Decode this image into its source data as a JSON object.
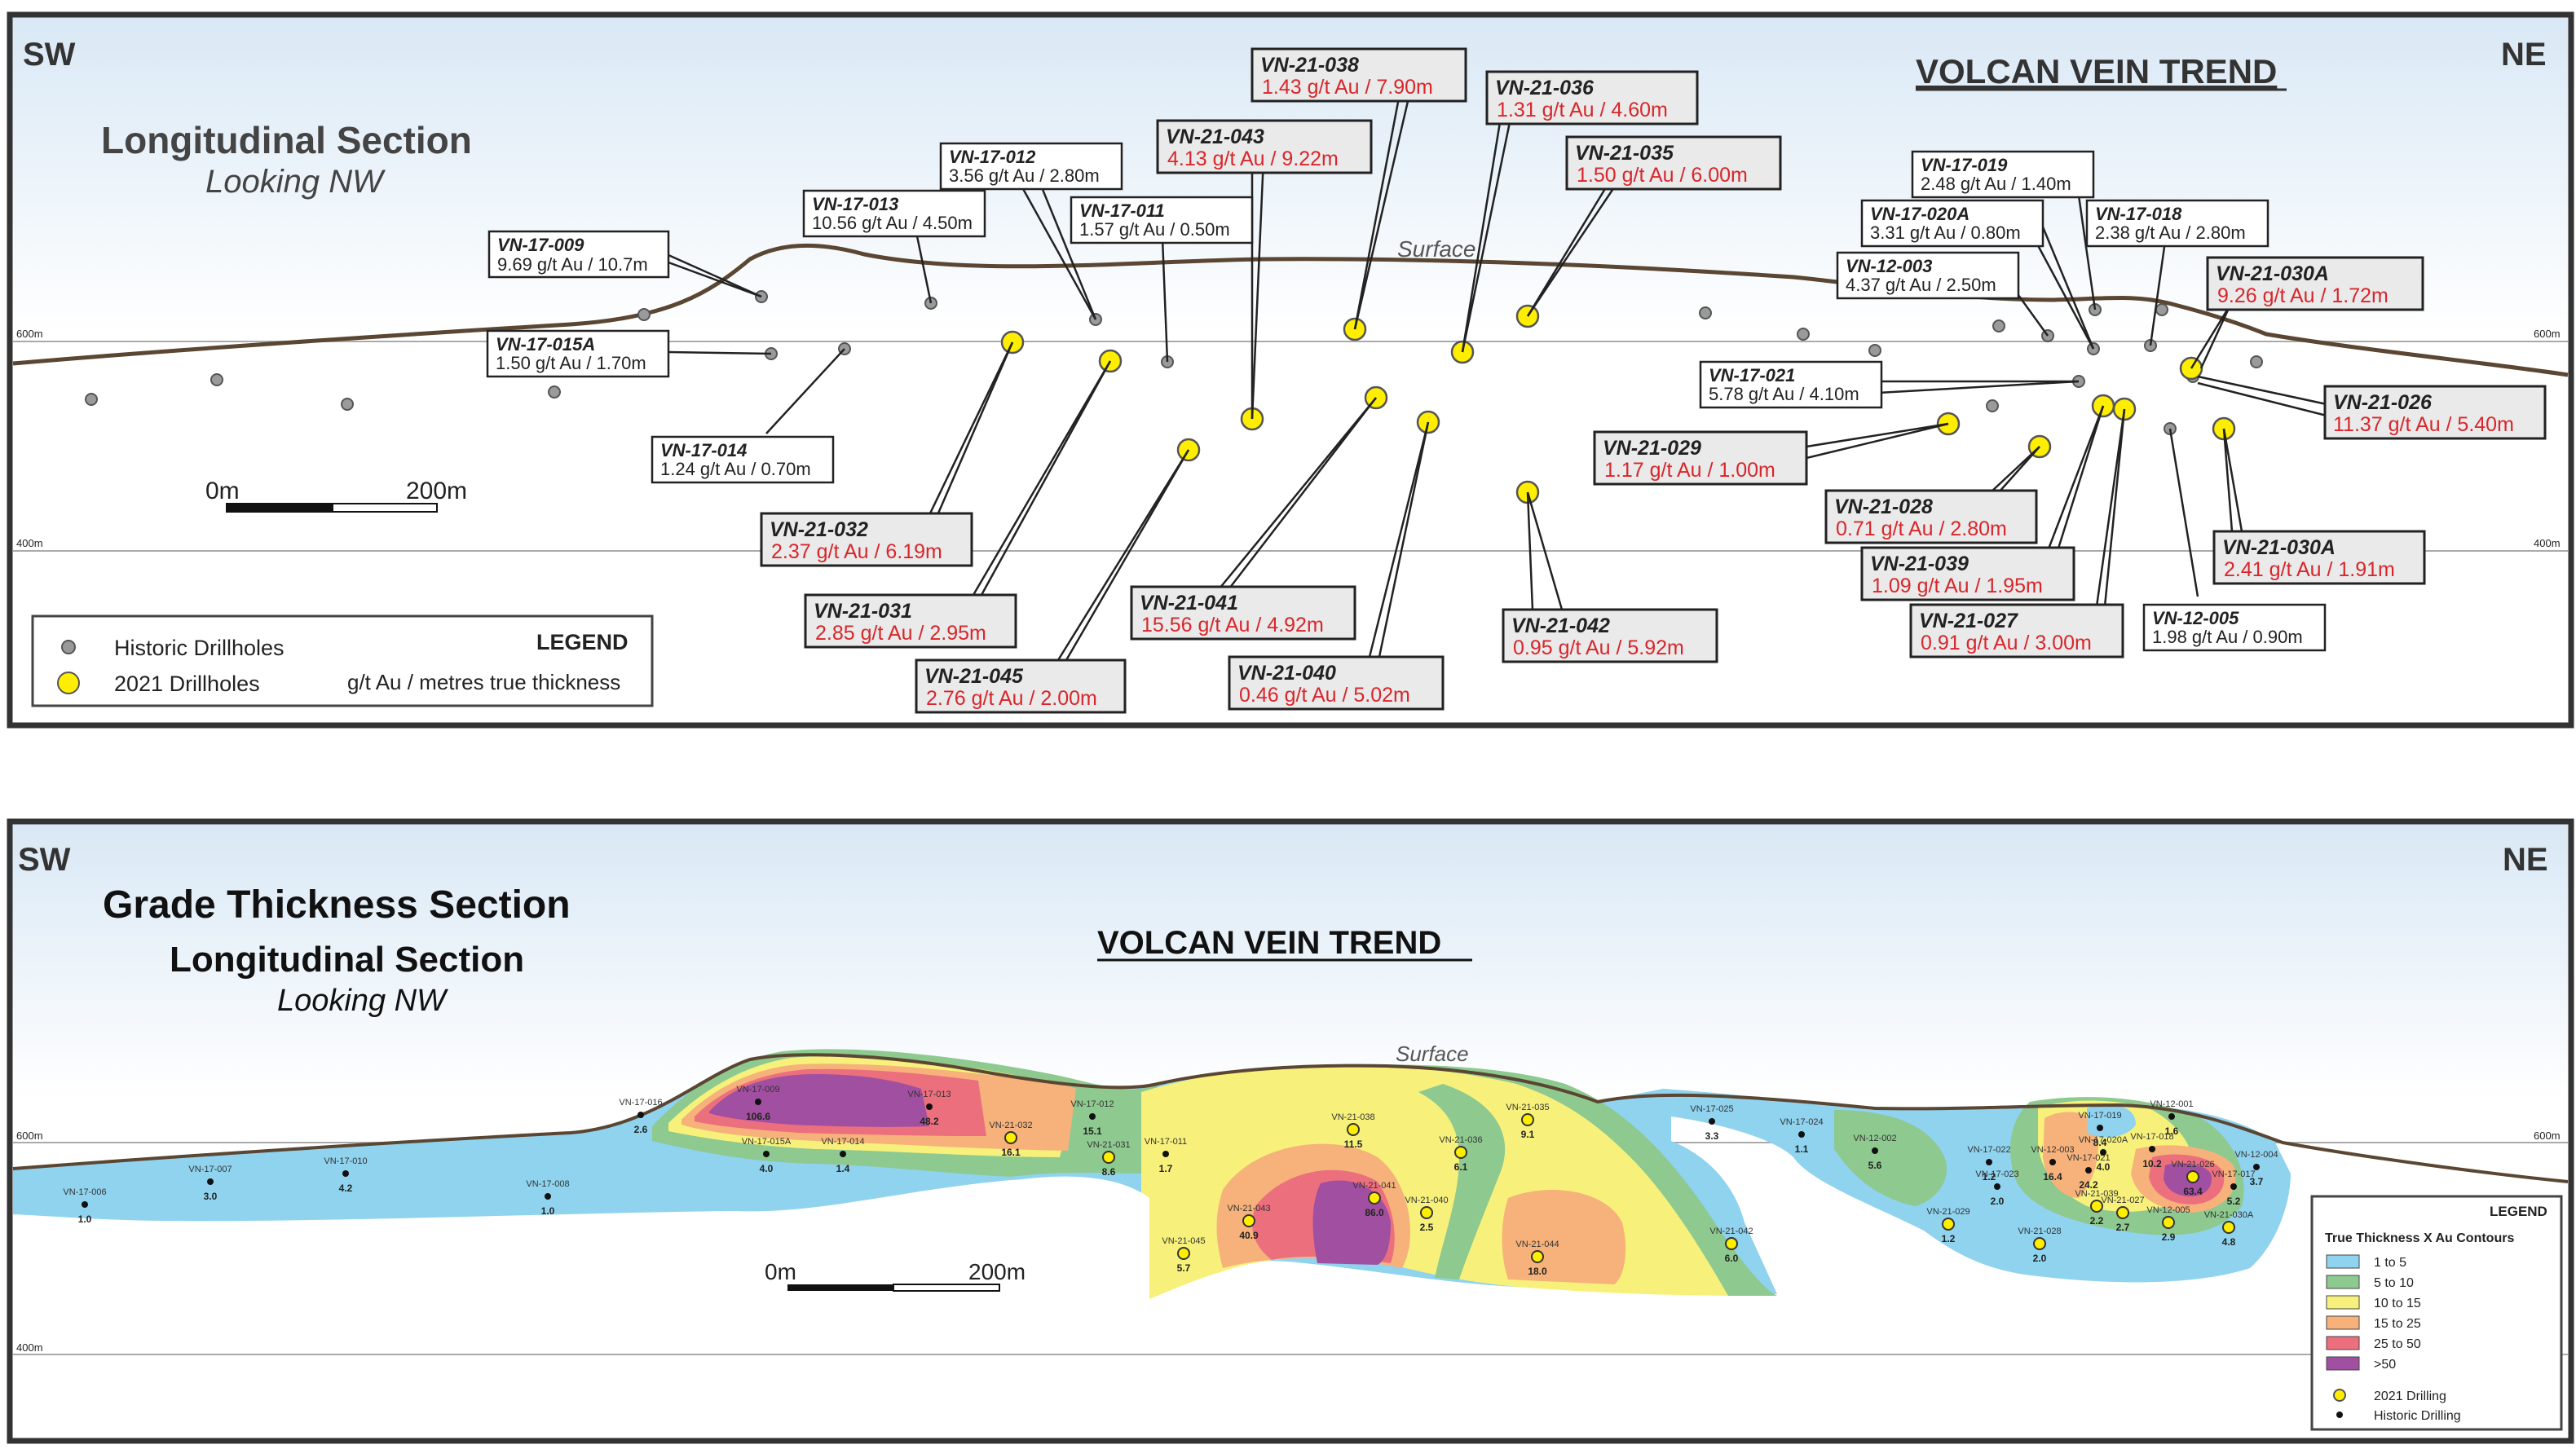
{
  "top": {
    "sw": "SW",
    "ne": "NE",
    "title": "Longitudinal Section",
    "subtitle": "Looking NW",
    "trend_title": "VOLCAN VEIN TREND",
    "surface": "Surface",
    "elev_600": "600m",
    "elev_400": "400m",
    "scale_0": "0m",
    "scale_200": "200m",
    "legend": {
      "title": "LEGEND",
      "historic": "Historic Drillholes",
      "drill2021": "2021 Drillholes",
      "units": "g/t Au / metres true thickness"
    },
    "historic_labels": [
      {
        "name": "VN-17-009",
        "value": "9.69 g/t Au / 10.7m"
      },
      {
        "name": "VN-17-015A",
        "value": "1.50 g/t Au / 1.70m"
      },
      {
        "name": "VN-17-014",
        "value": "1.24 g/t Au / 0.70m"
      },
      {
        "name": "VN-17-013",
        "value": "10.56 g/t Au / 4.50m"
      },
      {
        "name": "VN-17-012",
        "value": "3.56 g/t Au / 2.80m"
      },
      {
        "name": "VN-17-011",
        "value": "1.57 g/t Au / 0.50m"
      },
      {
        "name": "VN-17-019",
        "value": "2.48 g/t Au / 1.40m"
      },
      {
        "name": "VN-17-020A",
        "value": "3.31 g/t Au / 0.80m"
      },
      {
        "name": "VN-17-018",
        "value": "2.38 g/t Au / 2.80m"
      },
      {
        "name": "VN-12-003",
        "value": "4.37 g/t Au / 2.50m"
      },
      {
        "name": "VN-17-021",
        "value": "5.78 g/t Au / 4.10m"
      },
      {
        "name": "VN-12-005",
        "value": "1.98 g/t Au / 0.90m"
      }
    ],
    "new_labels": [
      {
        "name": "VN-21-038",
        "value": "1.43 g/t Au / 7.90m"
      },
      {
        "name": "VN-21-043",
        "value": "4.13 g/t Au / 9.22m"
      },
      {
        "name": "VN-21-036",
        "value": "1.31 g/t Au / 4.60m"
      },
      {
        "name": "VN-21-035",
        "value": "1.50 g/t Au / 6.00m"
      },
      {
        "name": "VN-21-030A",
        "value": "9.26 g/t Au / 1.72m"
      },
      {
        "name": "VN-21-026",
        "value": "11.37 g/t Au / 5.40m"
      },
      {
        "name": "VN-21-029",
        "value": "1.17 g/t Au / 1.00m"
      },
      {
        "name": "VN-21-028",
        "value": "0.71 g/t Au / 2.80m"
      },
      {
        "name": "VN-21-039",
        "value": "1.09 g/t Au / 1.95m"
      },
      {
        "name": "VN-21-027",
        "value": "0.91 g/t Au / 3.00m"
      },
      {
        "name": "VN-21-030A",
        "value": "2.41 g/t Au / 1.91m"
      },
      {
        "name": "VN-21-032",
        "value": "2.37 g/t Au / 6.19m"
      },
      {
        "name": "VN-21-031",
        "value": "2.85 g/t Au / 2.95m"
      },
      {
        "name": "VN-21-045",
        "value": "2.76 g/t Au / 2.00m"
      },
      {
        "name": "VN-21-041",
        "value": "15.56 g/t Au / 4.92m"
      },
      {
        "name": "VN-21-040",
        "value": "0.46 g/t Au / 5.02m"
      },
      {
        "name": "VN-21-042",
        "value": "0.95 g/t Au / 5.92m"
      }
    ]
  },
  "bottom": {
    "sw": "SW",
    "ne": "NE",
    "title1": "Grade Thickness Section",
    "title2": "Longitudinal Section",
    "subtitle": "Looking NW",
    "trend_title": "VOLCAN VEIN TREND",
    "surface": "Surface",
    "elev_600": "600m",
    "elev_400": "400m",
    "scale_0": "0m",
    "scale_200": "200m",
    "legend": {
      "title": "LEGEND",
      "subtitle": "True Thickness X Au Contours",
      "classes": [
        {
          "label": "1 to 5",
          "color": "#8fd3ef"
        },
        {
          "label": "5 to 10",
          "color": "#8ec98f"
        },
        {
          "label": "10 to 15",
          "color": "#f7f17c"
        },
        {
          "label": "15 to 25",
          "color": "#f6b27a"
        },
        {
          "label": "25 to 50",
          "color": "#ec6f7e"
        },
        {
          "label": ">50",
          "color": "#a14fa0"
        }
      ],
      "drill2021": "2021 Drilling",
      "historic": "Historic Drilling"
    },
    "holes": [
      {
        "name": "VN-17-006",
        "value": "1.0"
      },
      {
        "name": "VN-17-007",
        "value": "3.0"
      },
      {
        "name": "VN-17-010",
        "value": "4.2"
      },
      {
        "name": "VN-17-008",
        "value": "1.0"
      },
      {
        "name": "VN-17-016",
        "value": "2.6"
      },
      {
        "name": "VN-17-009",
        "value": "106.6"
      },
      {
        "name": "VN-17-015A",
        "value": "4.0"
      },
      {
        "name": "VN-17-014",
        "value": "1.4"
      },
      {
        "name": "VN-17-013",
        "value": "48.2"
      },
      {
        "name": "VN-21-032",
        "value": "16.1"
      },
      {
        "name": "VN-17-012",
        "value": "15.1"
      },
      {
        "name": "VN-21-031",
        "value": "8.6"
      },
      {
        "name": "VN-17-011",
        "value": "1.7"
      },
      {
        "name": "VN-21-045",
        "value": "5.7"
      },
      {
        "name": "VN-21-043",
        "value": "40.9"
      },
      {
        "name": "VN-21-038",
        "value": "11.5"
      },
      {
        "name": "VN-21-041",
        "value": "86.0"
      },
      {
        "name": "VN-21-040",
        "value": "2.5"
      },
      {
        "name": "VN-21-036",
        "value": "6.1"
      },
      {
        "name": "VN-21-035",
        "value": "9.1"
      },
      {
        "name": "VN-21-044",
        "value": "18.0"
      },
      {
        "name": "VN-21-042",
        "value": "6.0"
      },
      {
        "name": "VN-17-025",
        "value": "3.3"
      },
      {
        "name": "VN-17-024",
        "value": "1.1"
      },
      {
        "name": "VN-12-002",
        "value": "5.6"
      },
      {
        "name": "VN-17-022",
        "value": "1.2"
      },
      {
        "name": "VN-17-023",
        "value": "2.0"
      },
      {
        "name": "VN-21-029",
        "value": "1.2"
      },
      {
        "name": "VN-21-028",
        "value": "2.0"
      },
      {
        "name": "VN-12-003",
        "value": "16.4"
      },
      {
        "name": "VN-17-021",
        "value": "24.2"
      },
      {
        "name": "VN-21-039",
        "value": "2.2"
      },
      {
        "name": "VN-21-027",
        "value": "2.7"
      },
      {
        "name": "VN-17-019",
        "value": "8.4"
      },
      {
        "name": "VN-17-020A",
        "value": "4.0"
      },
      {
        "name": "VN-17-018",
        "value": "10.2"
      },
      {
        "name": "VN-21-026",
        "value": "63.4"
      },
      {
        "name": "VN-12-005",
        "value": "2.9"
      },
      {
        "name": "VN-12-001",
        "value": "1.6"
      },
      {
        "name": "VN-12-004",
        "value": "3.7"
      },
      {
        "name": "VN-17-017",
        "value": "5.2"
      },
      {
        "name": "VN-21-030A",
        "value": "4.8"
      }
    ]
  }
}
